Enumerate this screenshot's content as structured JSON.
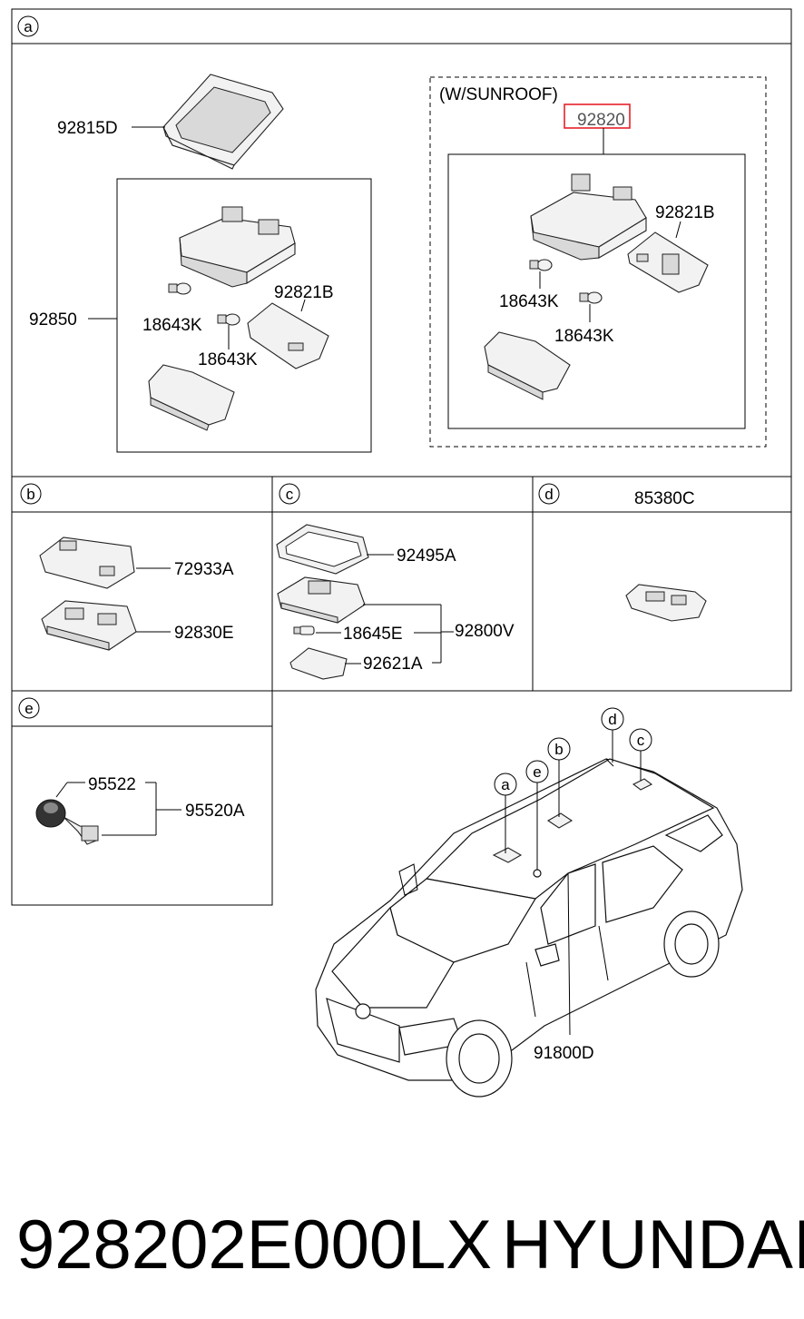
{
  "sections": {
    "a": {
      "letter": "a",
      "sunroof_note": "(W/SUNROOF)",
      "labels": {
        "l92815D": "92815D",
        "l92850": "92850",
        "l18643K_1": "18643K",
        "l18643K_2": "18643K",
        "l92821B_1": "92821B",
        "l92820": "92820",
        "l92821B_2": "92821B",
        "l18643K_3": "18643K",
        "l18643K_4": "18643K"
      }
    },
    "b": {
      "letter": "b",
      "labels": {
        "l72933A": "72933A",
        "l92830E": "92830E"
      }
    },
    "c": {
      "letter": "c",
      "labels": {
        "l92495A": "92495A",
        "l92800V": "92800V",
        "l18645E": "18645E",
        "l92621A": "92621A"
      }
    },
    "d": {
      "letter": "d",
      "header": "85380C"
    },
    "e": {
      "letter": "e",
      "labels": {
        "l95522": "95522",
        "l95520A": "95520A"
      }
    }
  },
  "vehicle": {
    "callouts": {
      "a": "a",
      "e": "e",
      "b": "b",
      "d": "d",
      "c": "c"
    },
    "l91800D": "91800D"
  },
  "footer": {
    "part_number": "928202E000LX",
    "brand": "HYUNDAI"
  },
  "highlight_color": "#e8202a"
}
